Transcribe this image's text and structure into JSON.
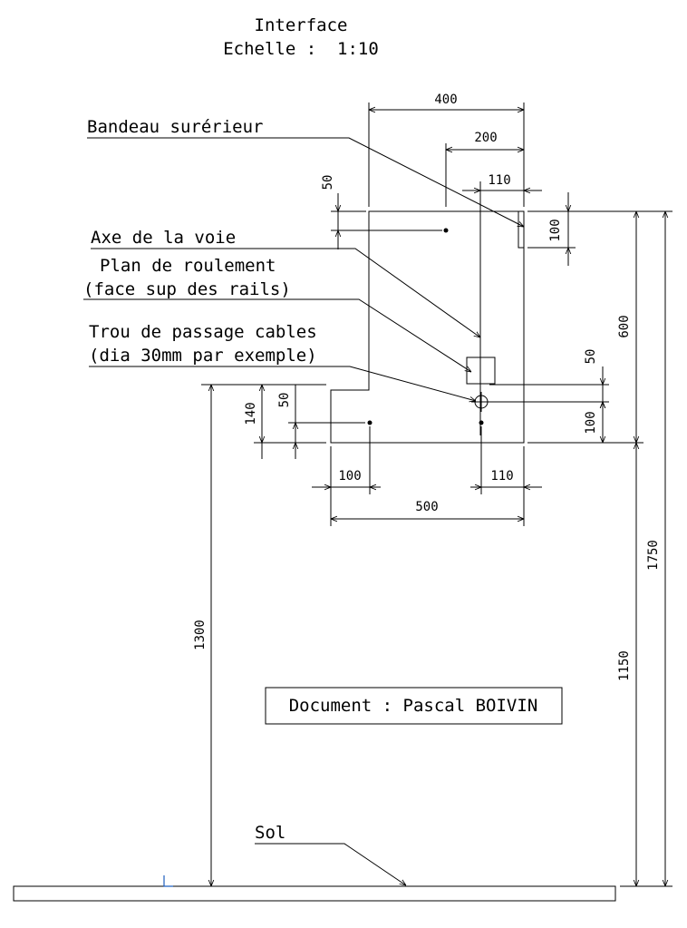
{
  "title": {
    "line1": "Interface",
    "line2": "Echelle :  1:10"
  },
  "labels": {
    "bandeau": "Bandeau surérieur",
    "axe": "Axe de la voie",
    "plan_line1": "Plan de roulement",
    "plan_line2": "(face sup des rails)",
    "trou_line1": "Trou de passage cables",
    "trou_line2": "(dia 30mm par exemple)",
    "sol": "Sol",
    "document": "Document : Pascal BOIVIN"
  },
  "dimensions": {
    "d400": "400",
    "d200": "200",
    "d110_top": "110",
    "d50_top": "50",
    "d100_top": "100",
    "d600": "600",
    "d1750": "1750",
    "d50_right": "50",
    "d100_right": "100",
    "d140": "140",
    "d50_left": "50",
    "d100_bottom": "100",
    "d110_bottom": "110",
    "d500": "500",
    "d1300": "1300",
    "d1150": "1150"
  },
  "colors": {
    "line": "#000000",
    "background": "#ffffff",
    "marker": "#1f5fbf"
  }
}
